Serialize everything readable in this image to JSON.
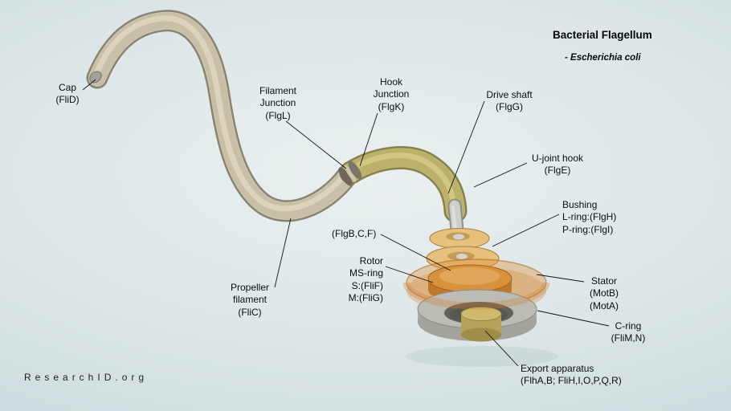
{
  "title": "Bacterial Flagellum",
  "subtitle": "- Escherichia coli",
  "watermark": "ResearchID.org",
  "labels": {
    "cap": "Cap\n(FliD)",
    "filament_junction": "Filament\nJunction\n(FlgL)",
    "hook_junction": "Hook\nJunction\n(FlgK)",
    "drive_shaft": "Drive shaft\n(FlgG)",
    "u_joint_hook": "U-joint hook\n(FlgE)",
    "rod": "(FlgB,C,F)",
    "bushing": "Bushing\nL-ring:(FlgH)\nP-ring:(FlgI)",
    "rotor": "Rotor\nMS-ring\nS:(FliF)\nM:(FliG)",
    "stator": "Stator\n(MotB)\n(MotA)",
    "c_ring": "C-ring\n(FliM,N)",
    "export_apparatus": "Export apparatus\n(FlhA,B; FliH,I,O,P,Q,R)",
    "propeller_filament": "Propeller\nfilament\n(FliC)"
  },
  "colors": {
    "filament": "#d7ceb7",
    "hook": "#c6bd74",
    "ring_tan": "#e7c17c",
    "ring_orange": "#d8913c",
    "stator_orange": "rgba(221,148,66,0.42)",
    "base_gray": "#bdbcb4",
    "export_khaki": "#cfba6d",
    "label_text": "#0b0e11"
  }
}
